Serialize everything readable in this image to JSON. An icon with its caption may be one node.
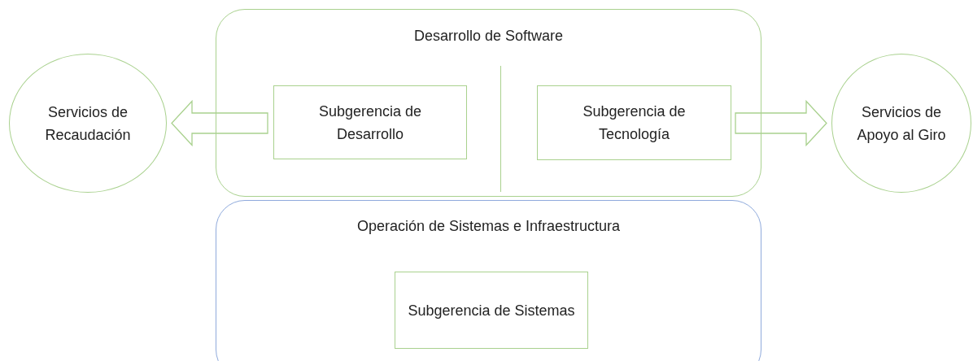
{
  "diagram": {
    "nodes": [
      {
        "text": [
          "Servicios de Recaudación"
        ]
      },
      {
        "text": [
          "Desarrollo de Software"
        ]
      },
      {
        "text": [
          "Subgerencia de Desarrollo"
        ],
        "in": 1
      },
      {
        "text": [
          "Subgerencia de Tecnología"
        ],
        "in": 1
      },
      {
        "text": [
          "Servicios de Apoyo al Giro"
        ]
      },
      {
        "text": [
          "Operación de Sistemas e Infraestructura"
        ]
      },
      {
        "text": [
          "Subgerencia de Sistemas"
        ],
        "in": 5
      }
    ],
    "edges": [
      {
        "from": 2,
        "to": 0,
        "arrow": "to"
      },
      {
        "from": 3,
        "to": 4,
        "arrow": "to"
      }
    ]
  }
}
